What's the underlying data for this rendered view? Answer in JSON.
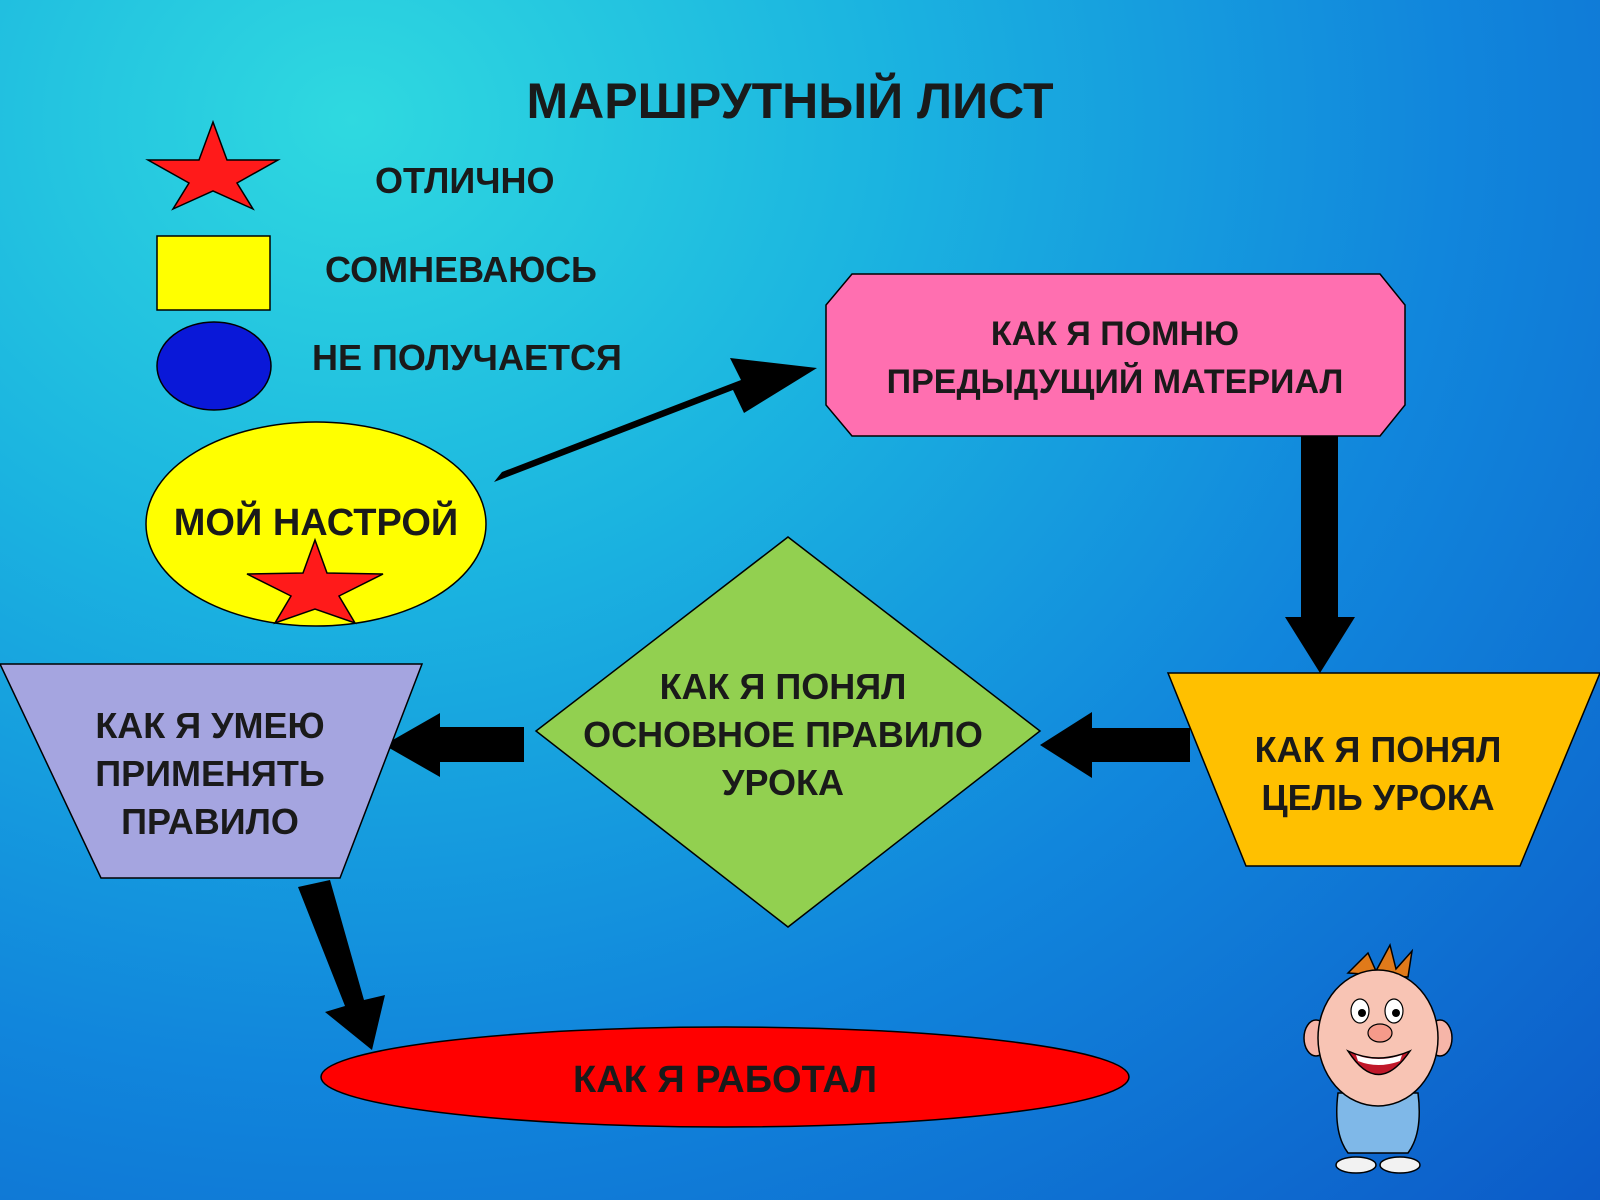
{
  "title": "МАРШРУТНЫЙ ЛИСТ",
  "legend": [
    {
      "shape": "star",
      "label": "ОТЛИЧНО",
      "color": "#ff1a1a"
    },
    {
      "shape": "square",
      "label": "СОМНЕВАЮСЬ",
      "color": "#ffff00"
    },
    {
      "shape": "circle",
      "label": "НЕ ПОЛУЧАЕТСЯ",
      "color": "#0a18d8"
    }
  ],
  "nodes": {
    "mood": {
      "label": "МОЙ НАСТРОЙ",
      "color": "#ffff00",
      "marker": "star"
    },
    "remember": {
      "lines": [
        "КАК Я ПОМНЮ",
        "ПРЕДЫДУЩИЙ МАТЕРИАЛ"
      ],
      "color": "#ff6fb0"
    },
    "goal": {
      "lines": [
        "КАК Я ПОНЯЛ",
        "ЦЕЛЬ УРОКА"
      ],
      "color": "#ffc000"
    },
    "rule": {
      "lines": [
        "КАК Я ПОНЯЛ",
        "ОСНОВНОЕ ПРАВИЛО",
        "УРОКА"
      ],
      "color": "#92d050"
    },
    "apply": {
      "lines": [
        "КАК Я УМЕЮ",
        "ПРИМЕНЯТЬ",
        "ПРАВИЛО"
      ],
      "color": "#a5a5e0"
    },
    "work": {
      "label": "КАК Я РАБОТАЛ",
      "color": "#ff0000"
    }
  },
  "mascot": {
    "icon": "cartoon-boy-icon"
  }
}
